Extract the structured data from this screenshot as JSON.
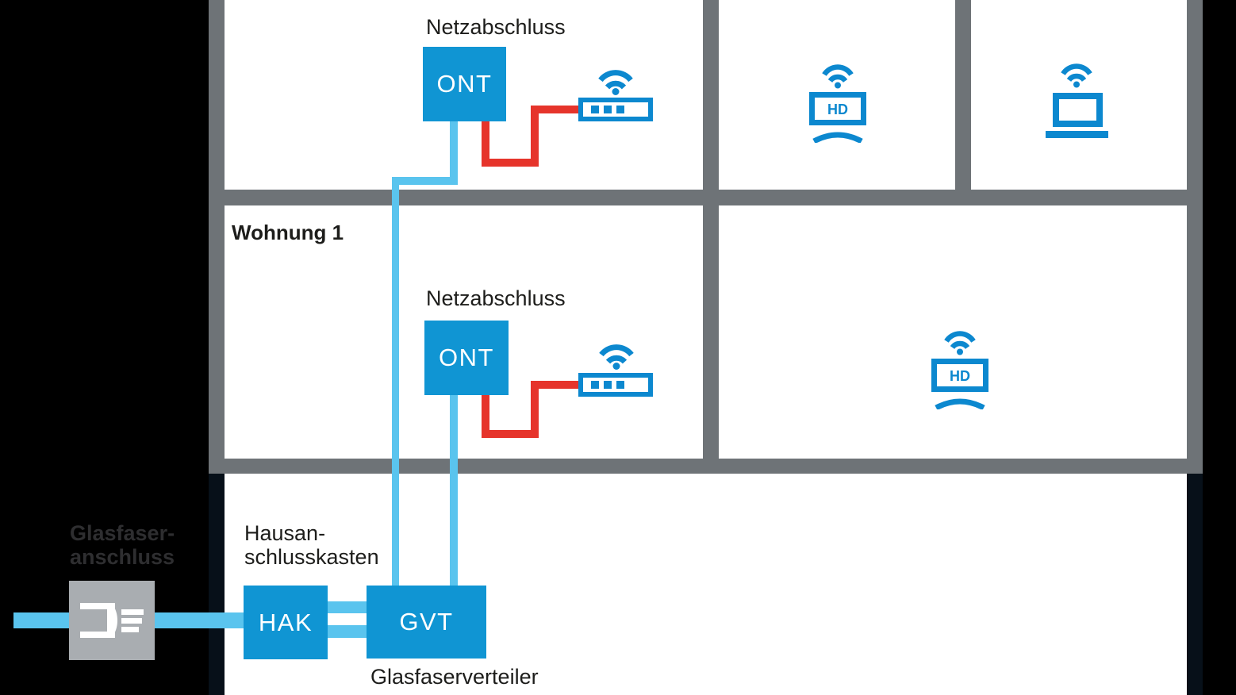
{
  "diagram": {
    "type": "fiber-to-the-home-building-installation",
    "outside": {
      "label_lines": [
        "Glasfaser-",
        "anschluss"
      ],
      "connector_icon": "fiber-plug-icon",
      "cable": "fiber"
    },
    "basement": {
      "caption_lines": [
        "Hausan-",
        "schlusskasten"
      ],
      "hak_label": "HAK",
      "gvt_label": "GVT",
      "gvt_caption": "Glasfaserverteiler",
      "connections": [
        "fiber-from-street-to-HAK",
        "double-fiber-HAK-to-GVT",
        "fiber-GVT-to-apartment-ONTs"
      ]
    },
    "apartment_1": {
      "name": "Wohnung 1",
      "ont_caption": "Netzabschluss",
      "ont_label": "ONT",
      "devices": [
        "wifi-router",
        "tv-hd"
      ],
      "cables": [
        "fiber-to-ONT",
        "lan-ONT-to-router"
      ]
    },
    "apartment_top": {
      "ont_caption": "Netzabschluss",
      "ont_label": "ONT",
      "devices": [
        "wifi-router",
        "tv-hd",
        "laptop"
      ],
      "cables": [
        "fiber-to-ONT",
        "lan-ONT-to-router"
      ]
    },
    "tv_badge": "HD"
  },
  "colors": {
    "background": "#000000",
    "wall_gray": "#6e7377",
    "room_white": "#ffffff",
    "box_blue": "#1095d3",
    "icon_blue": "#0c88cf",
    "fiber_light_blue": "#5ac4ee",
    "lan_red": "#e6342b",
    "outside_box_gray": "#a9adb1",
    "text_dark": "#1d1d1b",
    "outside_text_gray": "#2e2e30",
    "below_ground_wall": "#071019"
  }
}
